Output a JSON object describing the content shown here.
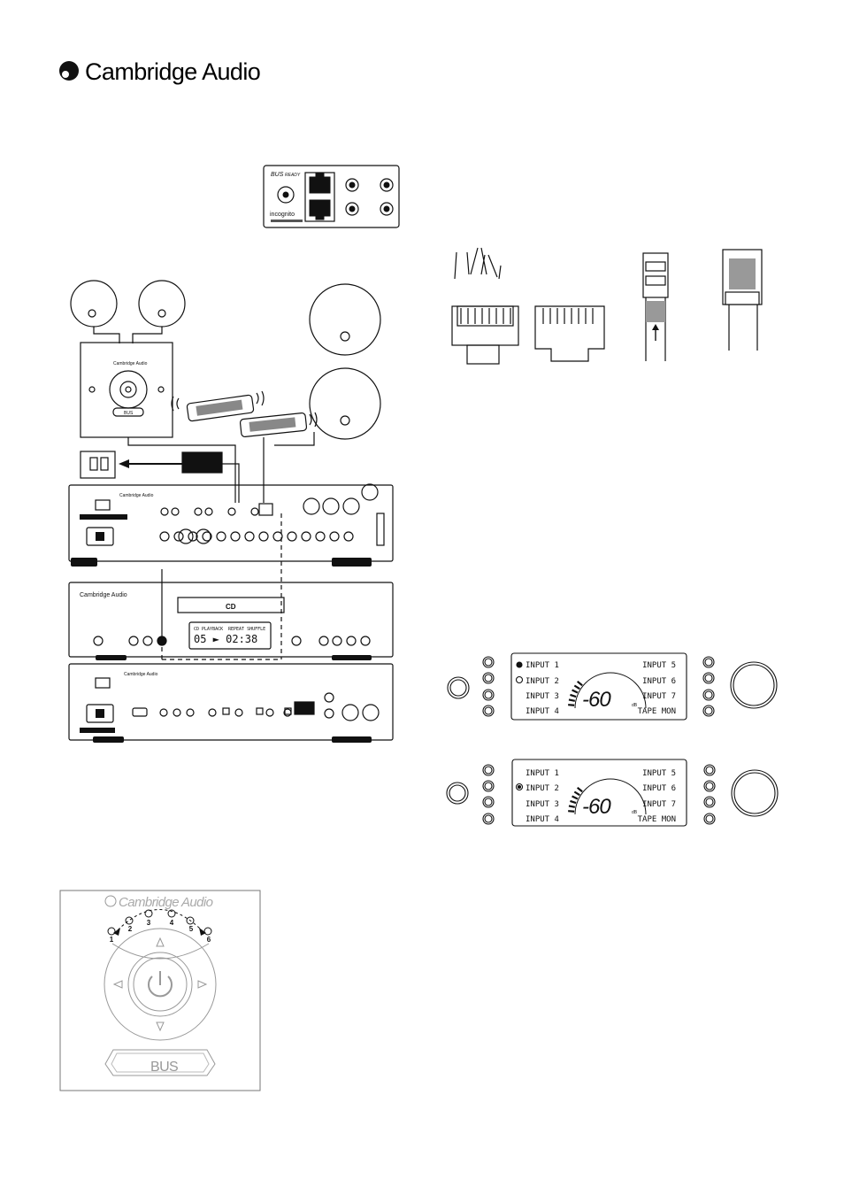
{
  "header": {
    "brand_name": "Cambridge Audio"
  },
  "abus_panel": {
    "abus_label": "BUS",
    "ready_label": "READY",
    "incognito_label": "incognito"
  },
  "system_diagram": {
    "keypad_brand": "Cambridge Audio",
    "keypad_bus": "BUS",
    "amp_brand": "Cambridge Audio",
    "cd_brand": "Cambridge Audio",
    "cd_display_top": "CD PLAYBACK",
    "cd_display_top_right": "REPEAT SHUFFLE",
    "cd_display_main": "05 ► 02:38",
    "cd_logo": "CD",
    "lower_brand": "Cambridge Audio"
  },
  "display_1": {
    "inputs_left": [
      "INPUT 1",
      "INPUT 2",
      "INPUT 3",
      "INPUT 4"
    ],
    "inputs_right": [
      "INPUT 5",
      "INPUT 6",
      "INPUT 7",
      "TAPE MON"
    ],
    "volume": "-60",
    "unit": "dB"
  },
  "display_2": {
    "inputs_left": [
      "INPUT 1",
      "INPUT 2",
      "INPUT 3",
      "INPUT 4"
    ],
    "inputs_right": [
      "INPUT 5",
      "INPUT 6",
      "INPUT 7",
      "TAPE MON"
    ],
    "volume": "-60",
    "unit": "dB"
  },
  "keypad_detail": {
    "brand_name": "Cambridge Audio",
    "zone_numbers": [
      "1",
      "2",
      "3",
      "4",
      "5",
      "6"
    ],
    "bus_label": "BUS"
  }
}
